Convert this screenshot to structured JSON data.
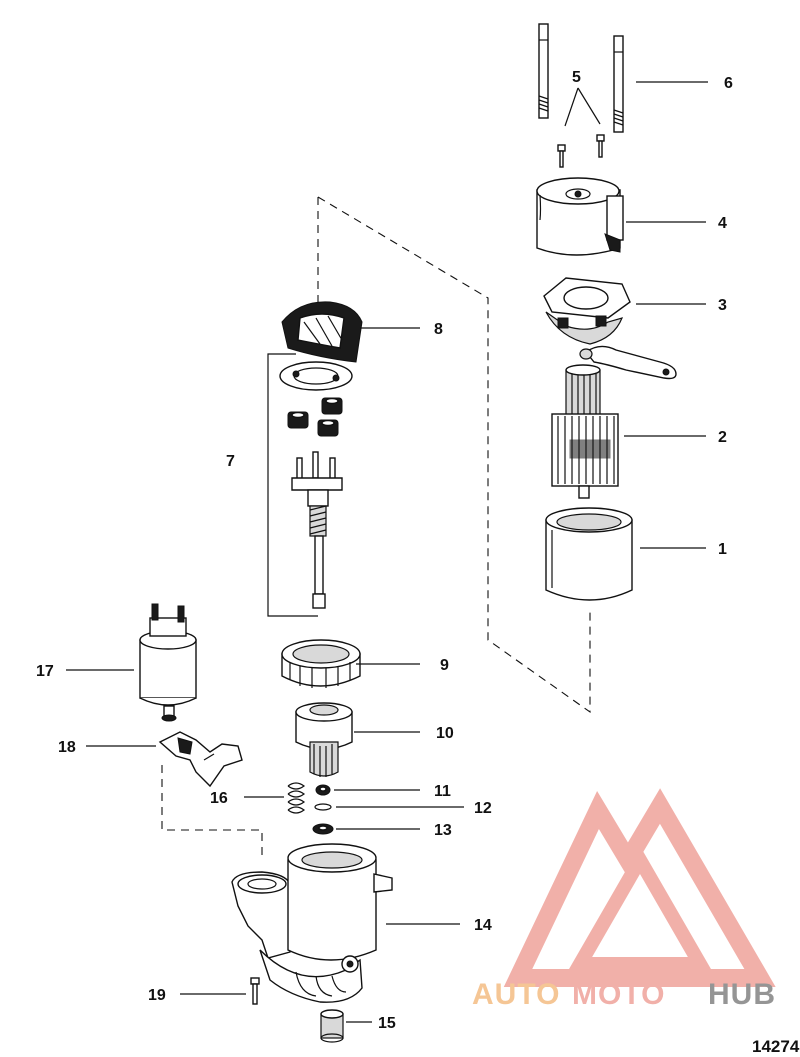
{
  "figure_number": "14274",
  "watermark": {
    "part1": "AUTO",
    "part2": "MOTO",
    "part3": "HUB",
    "color_primary": "#f0a8a0",
    "color_secondary": "#f5c08a",
    "color_text_dark": "#8a8a8a"
  },
  "callouts": [
    {
      "id": "1",
      "label": "1"
    },
    {
      "id": "2",
      "label": "2"
    },
    {
      "id": "3",
      "label": "3"
    },
    {
      "id": "4",
      "label": "4"
    },
    {
      "id": "5",
      "label": "5"
    },
    {
      "id": "6",
      "label": "6"
    },
    {
      "id": "7",
      "label": "7"
    },
    {
      "id": "8",
      "label": "8"
    },
    {
      "id": "9",
      "label": "9"
    },
    {
      "id": "10",
      "label": "10"
    },
    {
      "id": "11",
      "label": "11"
    },
    {
      "id": "12",
      "label": "12"
    },
    {
      "id": "13",
      "label": "13"
    },
    {
      "id": "14",
      "label": "14"
    },
    {
      "id": "15",
      "label": "15"
    },
    {
      "id": "16",
      "label": "16"
    },
    {
      "id": "17",
      "label": "17"
    },
    {
      "id": "18",
      "label": "18"
    },
    {
      "id": "19",
      "label": "19"
    }
  ]
}
